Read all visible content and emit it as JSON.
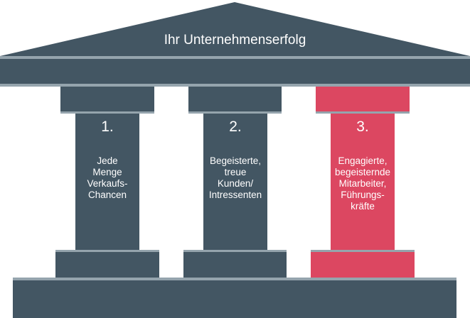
{
  "title": "Ihr Unternehmenserfolg",
  "colors": {
    "dark": "#435663",
    "accent": "#dc4761",
    "line": "#95a4ad"
  },
  "pillars": [
    {
      "number": "1.",
      "text": "Jede\nMenge\nVerkaufs-\nChancen",
      "color": "#435663"
    },
    {
      "number": "2.",
      "text": "Begeisterte,\ntreue\nKunden/\nIntressenten",
      "color": "#435663"
    },
    {
      "number": "3.",
      "text": "Engagierte,\nbegeisternde\nMitarbeiter,\nFührungs-\nkräfte",
      "color": "#dc4761"
    }
  ]
}
